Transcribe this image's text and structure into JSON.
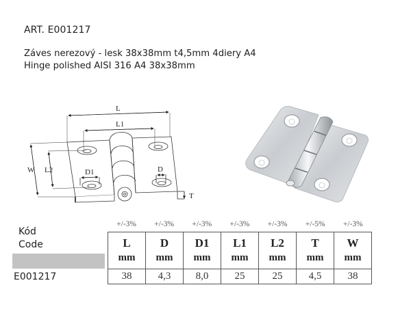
{
  "header": {
    "article": "ART. E001217",
    "description_sk": "Záves nerezový - lesk 38x38mm t4,5mm 4diery A4",
    "description_en": "Hinge polished AISI 316 A4 38x38mm"
  },
  "drawing": {
    "labels": {
      "L": "L",
      "L1": "L1",
      "W": "W",
      "L2": "L2",
      "D1": "D1",
      "D": "D",
      "T": "T"
    }
  },
  "photo": {
    "alt": "polished stainless steel hinge"
  },
  "code_block": {
    "label_sk": "Kód",
    "label_en": "Code",
    "value": "E001217"
  },
  "spec_table": {
    "columns": [
      {
        "symbol": "L",
        "unit": "mm",
        "tolerance": "+/-3%",
        "value": "38"
      },
      {
        "symbol": "D",
        "unit": "mm",
        "tolerance": "+/-3%",
        "value": "4,3"
      },
      {
        "symbol": "D1",
        "unit": "mm",
        "tolerance": "+/-3%",
        "value": "8,0"
      },
      {
        "symbol": "L1",
        "unit": "mm",
        "tolerance": "+/-3%",
        "value": "25"
      },
      {
        "symbol": "L2",
        "unit": "mm",
        "tolerance": "+/-3%",
        "value": "25"
      },
      {
        "symbol": "T",
        "unit": "mm",
        "tolerance": "+/-5%",
        "value": "4,5"
      },
      {
        "symbol": "W",
        "unit": "mm",
        "tolerance": "+/-3%",
        "value": "38"
      }
    ]
  }
}
